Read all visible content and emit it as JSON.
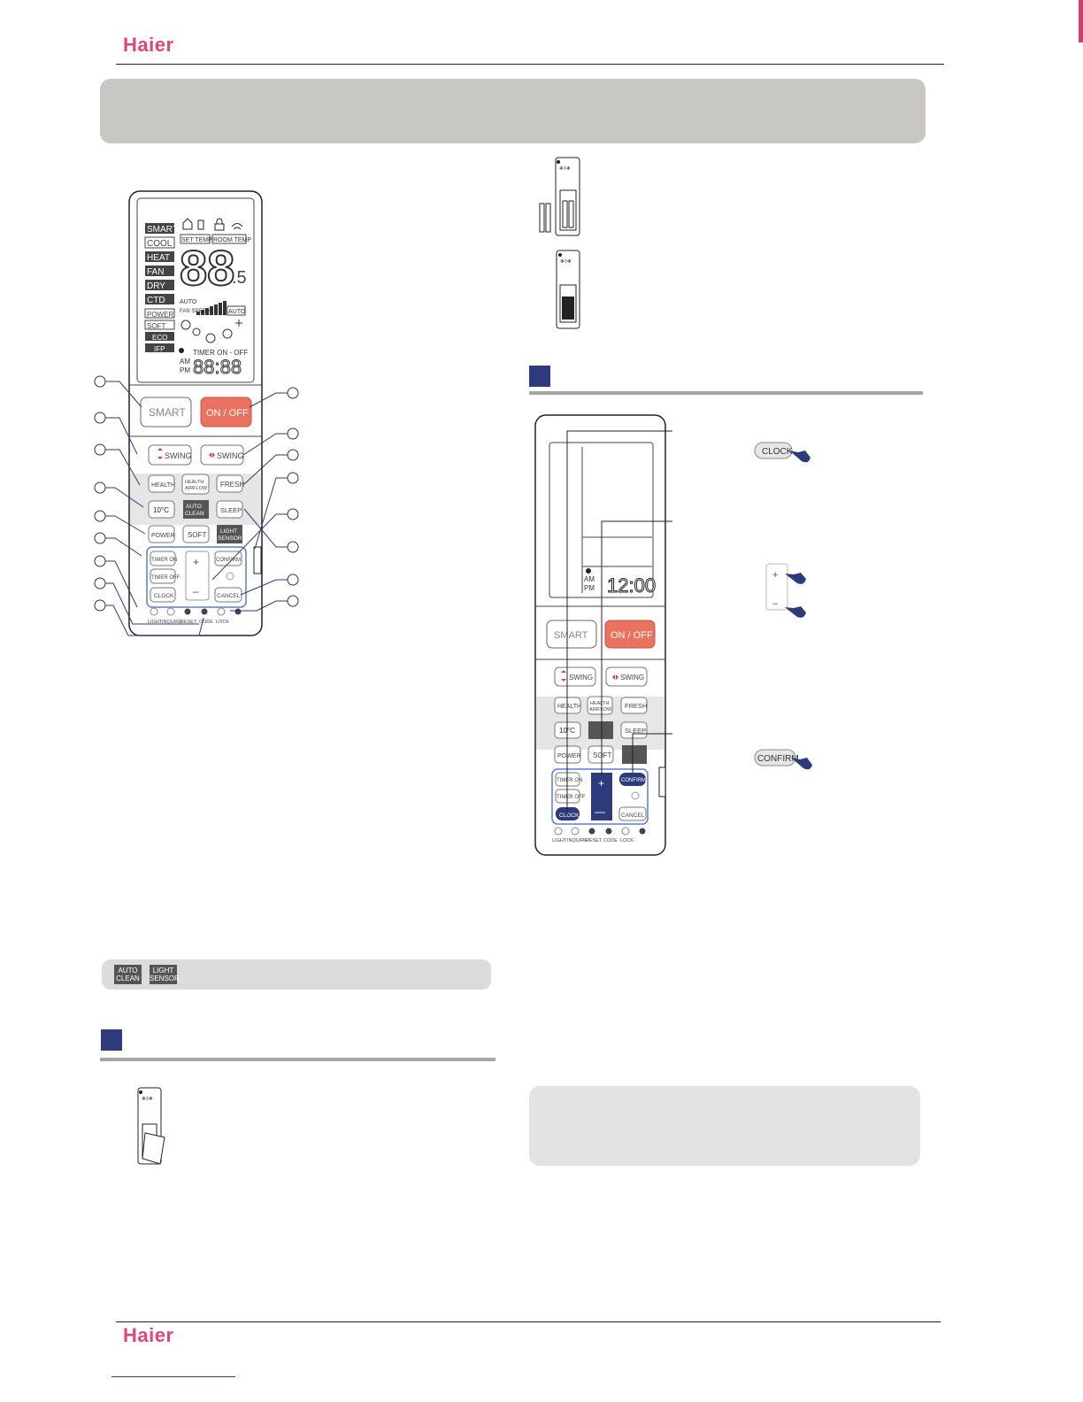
{
  "header": {
    "logo": "Haier"
  },
  "footer": {
    "logo": "Haier"
  },
  "remote_left": {
    "modes": [
      "SMART",
      "COOL",
      "HEAT",
      "FAN",
      "DRY",
      "CTD",
      "POWER",
      "SOFT",
      "ECO",
      "IFP"
    ],
    "lcd_labels": {
      "set_temp": "SET TEMP",
      "room_temp": "ROOM TEMP",
      "auto": "AUTO",
      "fan_speed": "FAN SPEED",
      "timer": "TIMER ON - OFF",
      "am": "AM",
      "pm": "PM"
    },
    "lcd_digits": "88",
    "lcd_clock": "88:88",
    "buttons": {
      "smart": "SMART",
      "on_off": "ON / OFF",
      "swing_v": "SWING",
      "swing_h": "SWING",
      "health": "HEALTH",
      "health_airflow": "HEALTH AIRFLOW",
      "fresh": "FRESH",
      "ten_c": "10°C",
      "auto_clean": "AUTO CLEAN",
      "sleep": "SLEEP",
      "power": "POWER",
      "soft": "SOFT",
      "light_sensor": "LIGHT SENSOR",
      "timer_on": "TIMER ON",
      "timer_off": "TIMER OFF",
      "clock": "CLOCK",
      "confirm": "CONFIRM",
      "cancel": "CANCEL",
      "plus": "+",
      "minus": "–"
    },
    "bottom_labels": [
      "LIGHT",
      "INQUIRE",
      "RESET",
      "CODE",
      "LOCK"
    ]
  },
  "note_bar": {
    "btn1": "AUTO CLEAN",
    "btn2": "LIGHT SENSOR"
  },
  "remote_right": {
    "am": "AM",
    "pm": "PM",
    "clock": "12:00",
    "buttons": {
      "smart": "SMART",
      "on_off": "ON / OFF",
      "swing_v": "SWING",
      "swing_h": "SWING",
      "health": "HEALTH",
      "health_airflow": "HEALTH AIRFLOW",
      "fresh": "FRESH",
      "ten_c": "10°C",
      "sleep": "SLEEP",
      "power": "POWER",
      "soft": "SOFT",
      "timer_on": "TIMER ON",
      "timer_off": "TIMER OFF",
      "clock": "CLOCK",
      "confirm": "CONFIRM",
      "cancel": "CANCEL",
      "plus": "+",
      "minus": "—"
    },
    "bottom_labels": [
      "LIGHT",
      "INQUIRE",
      "RESET",
      "CODE",
      "LOCK"
    ]
  },
  "callouts": {
    "clock": "CLOCK",
    "plus": "+",
    "minus": "–",
    "confirm": "CONFIRM"
  },
  "colors": {
    "brand": "#e0457a",
    "section": "#2d3a7c",
    "onoff": "#e8604e"
  }
}
